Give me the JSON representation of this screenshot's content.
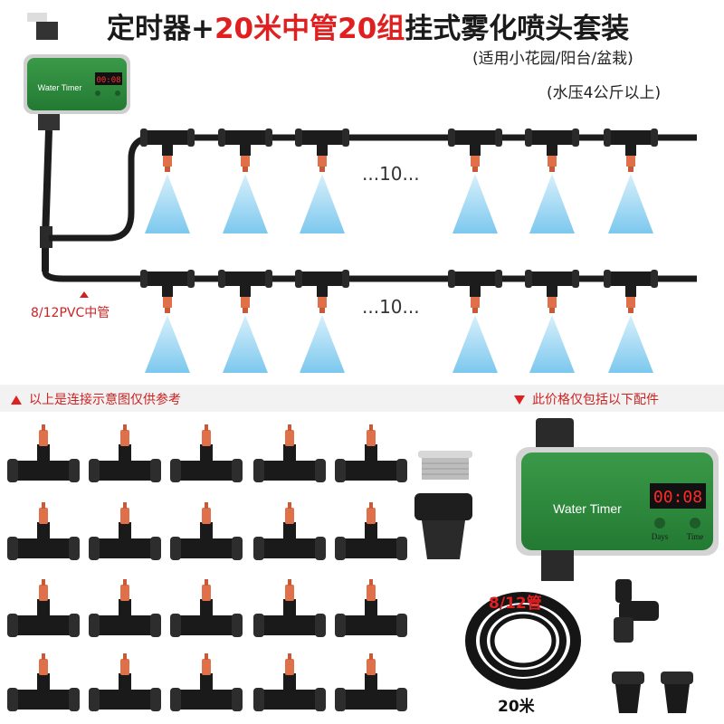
{
  "header": {
    "title_part1": "定时器+",
    "title_part2": "20米中管20组",
    "title_part3": "挂式雾化喷头套装",
    "subtitle_line1": "(适用小花园/阳台/盆栽)",
    "subtitle_line2": "(水压4公斤以上)"
  },
  "diagram": {
    "row1_dots": "...10...",
    "row2_dots": "...10...",
    "pipe_label": "8/12PVC中管"
  },
  "timer": {
    "label": "Water Timer",
    "display": "00:08",
    "days_label": "Days",
    "time_label": "Time"
  },
  "notes": {
    "left": "以上是连接示意图仅供参考",
    "right": "此价格仅包括以下配件"
  },
  "parts": {
    "pipe_spec": "8/12管",
    "pipe_length": "20米"
  },
  "colors": {
    "accent_red": "#e02020",
    "timer_green": "#2e8b3e",
    "nozzle_orange": "#e0704a",
    "mist_blue": "#8fd0f0",
    "pipe_black": "#1c1c1c"
  }
}
